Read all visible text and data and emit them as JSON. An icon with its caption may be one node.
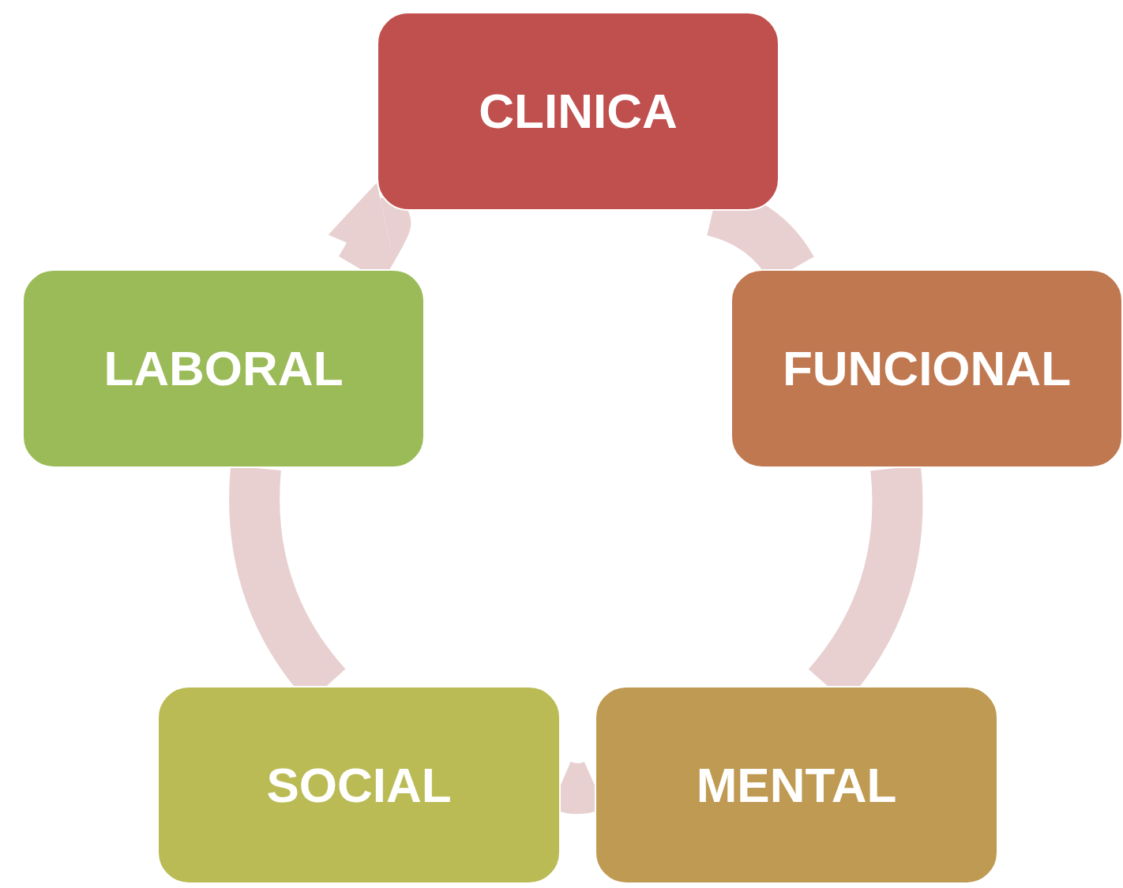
{
  "diagram": {
    "nodes": [
      {
        "text": [
          "CLINICA"
        ]
      },
      {
        "text": [
          "FUNCIONAL"
        ]
      },
      {
        "text": [
          "MENTAL"
        ]
      },
      {
        "text": [
          "SOCIAL"
        ]
      },
      {
        "text": [
          "LABORAL"
        ]
      }
    ],
    "edges": [
      {
        "from": 0,
        "to": 1,
        "arrow": "none"
      },
      {
        "from": 1,
        "to": 2,
        "arrow": "none"
      },
      {
        "from": 2,
        "to": 3,
        "arrow": "none"
      },
      {
        "from": 3,
        "to": 4,
        "arrow": "none"
      },
      {
        "from": 4,
        "to": 0,
        "arrow": "to"
      }
    ]
  }
}
